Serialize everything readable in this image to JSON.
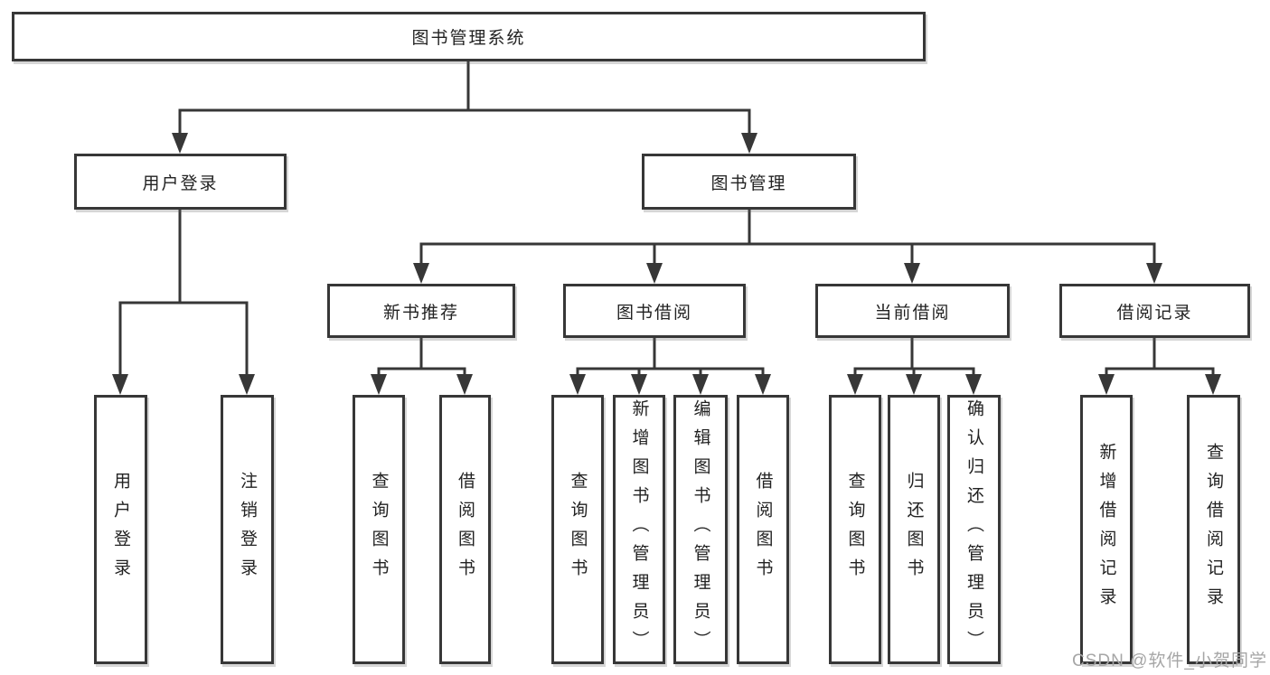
{
  "diagram": {
    "root": {
      "label": "图书管理系统"
    },
    "level2": {
      "user_login": {
        "label": "用户登录"
      },
      "book_mgmt": {
        "label": "图书管理"
      }
    },
    "level3": {
      "new_book_rec": {
        "label": "新书推荐"
      },
      "book_borrow": {
        "label": "图书借阅"
      },
      "current_borrow": {
        "label": "当前借阅"
      },
      "borrow_records": {
        "label": "借阅记录"
      }
    },
    "leaves": {
      "user_login_leaf": {
        "label": "用户登录"
      },
      "logout_leaf": {
        "label": "注销登录"
      },
      "query_book_rec": {
        "label": "查询图书"
      },
      "borrow_book_rec": {
        "label": "借阅图书"
      },
      "query_book_borrow": {
        "label": "查询图书"
      },
      "add_book_admin": {
        "label": "新增图书（管理员）"
      },
      "edit_book_admin": {
        "label": "编辑图书（管理员）"
      },
      "borrow_book_borrow": {
        "label": "借阅图书"
      },
      "query_book_current": {
        "label": "查询图书"
      },
      "return_book": {
        "label": "归还图书"
      },
      "confirm_return_admin": {
        "label": "确认归还（管理员）"
      },
      "add_borrow_record": {
        "label": "新增借阅记录"
      },
      "query_borrow_record": {
        "label": "查询借阅记录"
      }
    }
  },
  "watermark": {
    "text": "CSDN @软件_小贺同学"
  },
  "colors": {
    "line": "#373737",
    "text": "#222222",
    "bg": "#ffffff",
    "watermark": "#a6a6a6"
  }
}
